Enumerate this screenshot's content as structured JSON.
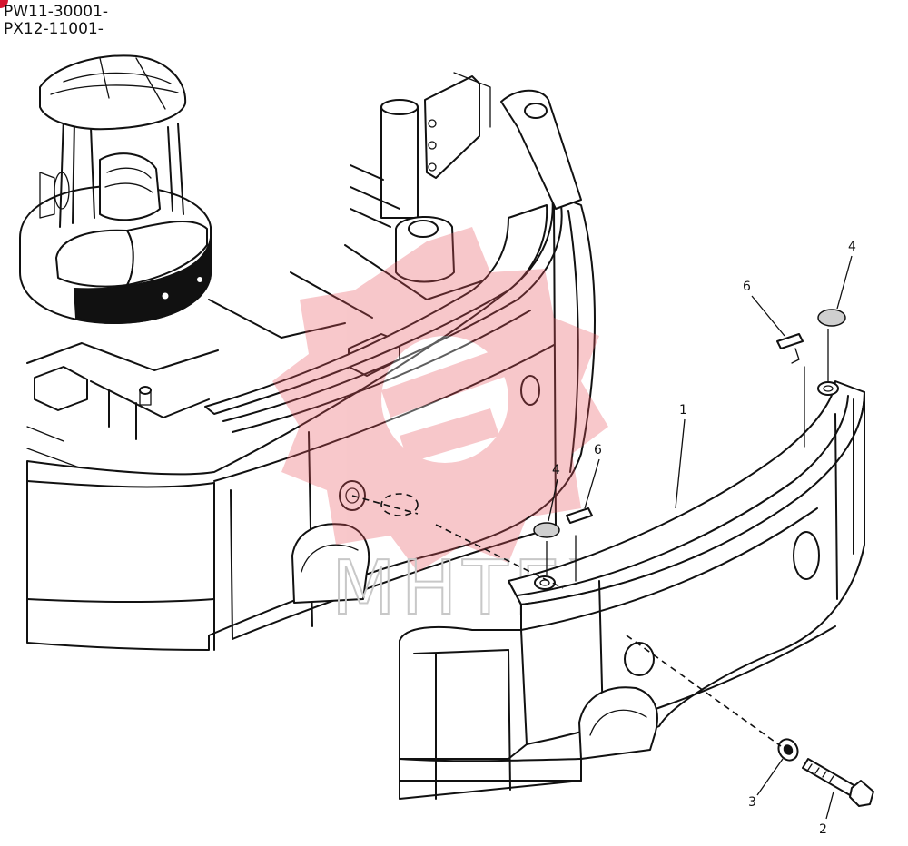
{
  "serial_numbers": [
    "PW11-30001-",
    "PX12-11001-"
  ],
  "callouts": {
    "c1": "1",
    "c2": "2",
    "c3": "3",
    "c4a": "4",
    "c4b": "4",
    "c6a": "6",
    "c6b": "6"
  },
  "watermark": {
    "text": "MHTEX",
    "color": "#e8545e"
  }
}
